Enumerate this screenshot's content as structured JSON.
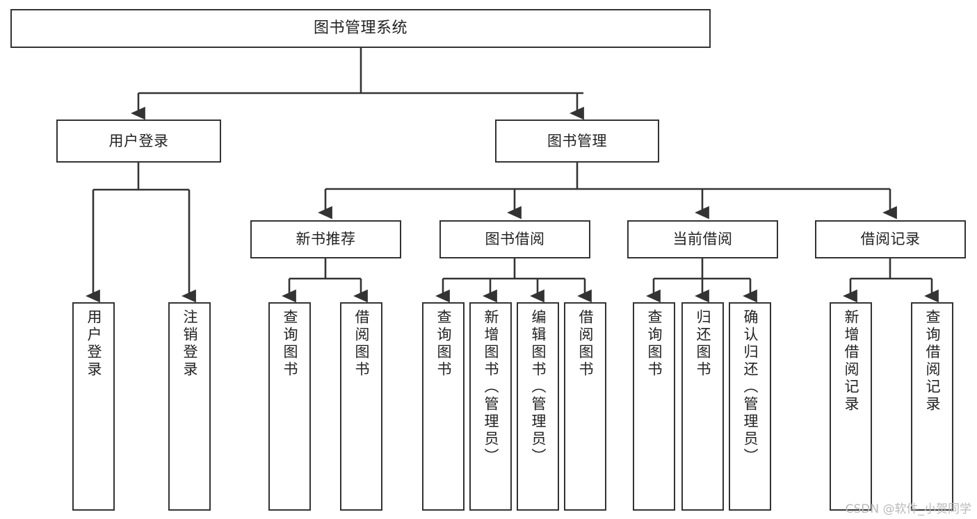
{
  "diagram": {
    "title": "图书管理系统",
    "type": "tree",
    "orientation": "top-down",
    "colors": {
      "node_border": "#333333",
      "node_fill": "#ffffff",
      "connector": "#333333",
      "text": "#222222",
      "background": "#ffffff",
      "watermark": "#b9b9b9"
    },
    "root": {
      "id": "root",
      "label": "图书管理系统"
    },
    "level1": [
      {
        "id": "user-login",
        "label": "用户登录"
      },
      {
        "id": "book-manage",
        "label": "图书管理"
      }
    ],
    "level2": [
      {
        "id": "new-book-recommend",
        "label": "新书推荐",
        "parent": "book-manage"
      },
      {
        "id": "book-borrow",
        "label": "图书借阅",
        "parent": "book-manage"
      },
      {
        "id": "current-borrow",
        "label": "当前借阅",
        "parent": "book-manage"
      },
      {
        "id": "borrow-record",
        "label": "借阅记录",
        "parent": "book-manage"
      }
    ],
    "leaves": [
      {
        "id": "leaf-user-login",
        "label": "用户登录",
        "parent": "user-login"
      },
      {
        "id": "leaf-user-logout",
        "label": "注销登录",
        "parent": "user-login"
      },
      {
        "id": "leaf-query-book-1",
        "label": "查询图书",
        "parent": "new-book-recommend"
      },
      {
        "id": "leaf-borrow-book-1",
        "label": "借阅图书",
        "parent": "new-book-recommend"
      },
      {
        "id": "leaf-query-book-2",
        "label": "查询图书",
        "parent": "book-borrow"
      },
      {
        "id": "leaf-add-book",
        "label": "新增图书（管理员）",
        "parent": "book-borrow"
      },
      {
        "id": "leaf-edit-book",
        "label": "编辑图书（管理员）",
        "parent": "book-borrow"
      },
      {
        "id": "leaf-borrow-book-2",
        "label": "借阅图书",
        "parent": "book-borrow"
      },
      {
        "id": "leaf-query-book-3",
        "label": "查询图书",
        "parent": "current-borrow"
      },
      {
        "id": "leaf-return-book",
        "label": "归还图书",
        "parent": "current-borrow"
      },
      {
        "id": "leaf-confirm-return",
        "label": "确认归还（管理员）",
        "parent": "current-borrow"
      },
      {
        "id": "leaf-add-record",
        "label": "新增借阅记录",
        "parent": "borrow-record"
      },
      {
        "id": "leaf-query-record",
        "label": "查询借阅记录",
        "parent": "borrow-record"
      }
    ],
    "watermark": "CSDN @软件_小贺同学"
  }
}
